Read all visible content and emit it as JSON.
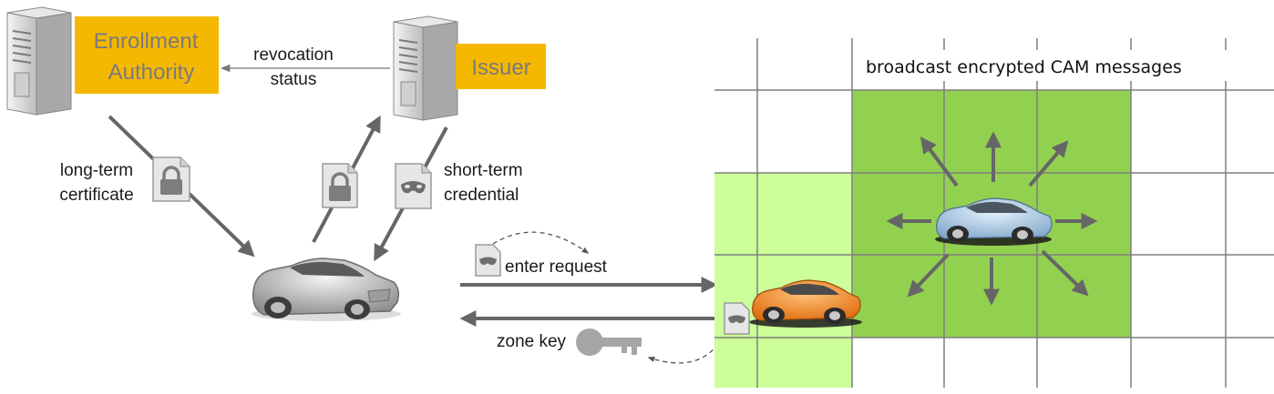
{
  "entities": {
    "enrollment_authority": {
      "line1": "Enrollment",
      "line2": "Authority"
    },
    "issuer": "Issuer"
  },
  "labels": {
    "revocation_1": "revocation",
    "revocation_2": "status",
    "longterm_1": "long-term",
    "longterm_2": "certificate",
    "shortterm_1": "short-term",
    "shortterm_2": "credential",
    "enter_request": "enter request",
    "zone_key": "zone key",
    "broadcast": "broadcast encrypted CAM messages"
  },
  "colors": {
    "highlight_box": "#f5b800",
    "dark_green": "#92d050",
    "light_green": "#ccff99",
    "grid_line": "#7f7f7f",
    "arrow": "#666666",
    "orange_car": "#f08a1c",
    "blue_car": "#a9cbe8",
    "grey_car": "#cfcfcf"
  },
  "icons": [
    "server-icon",
    "lock-document-icon",
    "mask-document-icon",
    "key-icon",
    "car-icon"
  ]
}
